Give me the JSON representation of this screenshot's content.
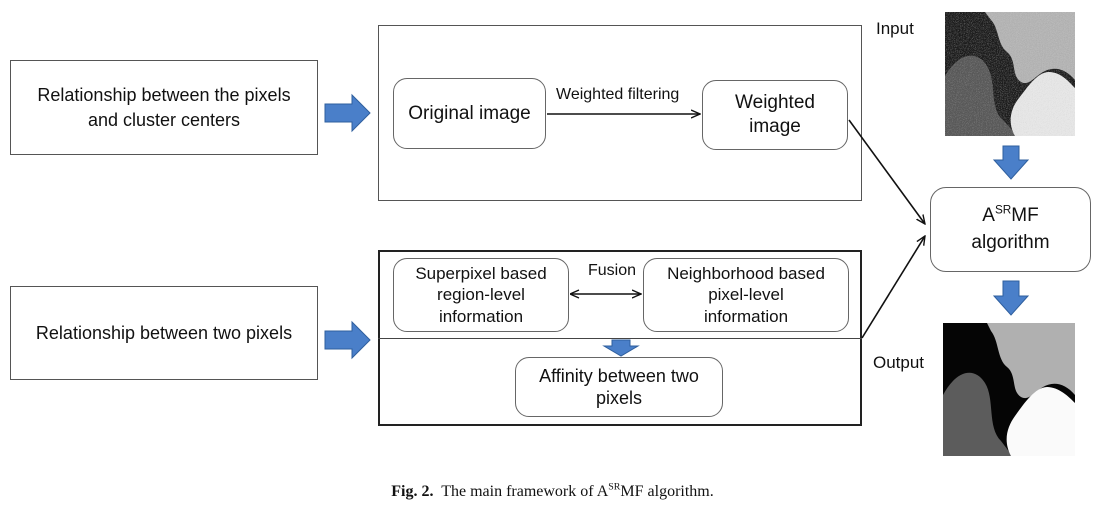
{
  "left_inputs": {
    "cluster_relation": "Relationship between the pixels\nand cluster centers",
    "pixel_relation": "Relationship between two pixels"
  },
  "top_panel": {
    "original_image": "Original image",
    "weighted_filtering": "Weighted filtering",
    "weighted_image": "Weighted\nimage"
  },
  "bottom_panel": {
    "superpixel_info": "Superpixel based\nregion-level\ninformation",
    "fusion": "Fusion",
    "neighborhood_info": "Neighborhood based\npixel-level\ninformation",
    "affinity": "Affinity between two\npixels"
  },
  "algorithm": {
    "prefix": "A",
    "superscript": "SR",
    "suffix": "MF",
    "line2": "algorithm"
  },
  "input_label": "Input",
  "output_label": "Output",
  "caption": {
    "fig": "Fig. 2.",
    "text_before": "The main framework of A",
    "superscript": "SR",
    "text_after": "MF algorithm."
  },
  "colors": {
    "block_arrow": "#4a7fc9",
    "block_arrow_edge": "#2f5f9e",
    "line": "#111111",
    "border": "#555555"
  },
  "icons": {
    "block_arrow": "blue-block-arrow",
    "connector": "thin-line-arrow"
  }
}
